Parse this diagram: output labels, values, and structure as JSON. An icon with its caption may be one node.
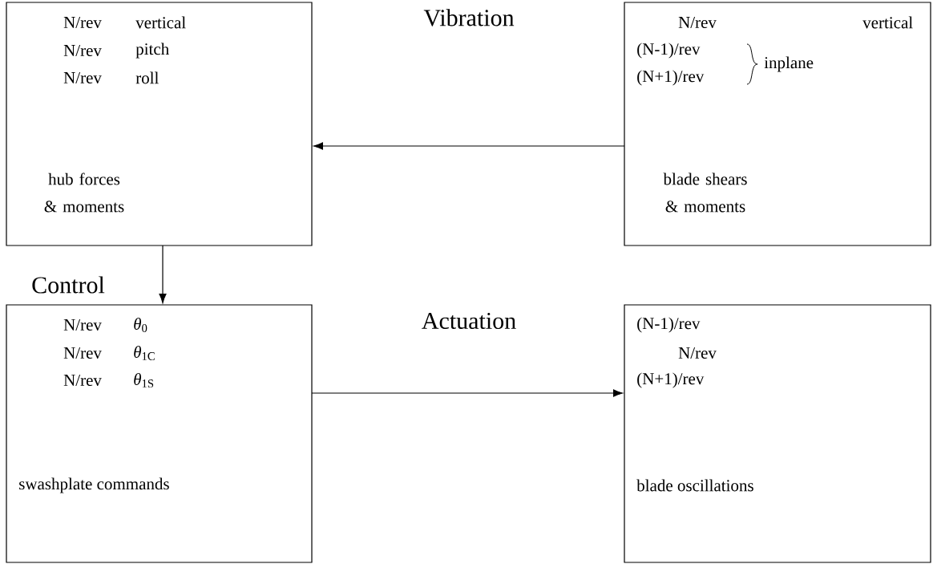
{
  "diagram": {
    "nodes": [
      {
        "text": [
          "N/rev",
          "vertical",
          "N/rev",
          "pitch",
          "N/rev",
          "roll",
          "hub forces & moments"
        ]
      },
      {
        "text": [
          "N/rev",
          "vertical",
          "(N-1)/rev",
          "(N+1)/rev",
          "inplane",
          "blade shears & moments"
        ]
      },
      {
        "text": [
          "N/rev",
          "*θ*$_{0}$",
          "N/rev",
          "*θ*$_{1C}$",
          "N/rev",
          "*θ*$_{1S}$",
          "swashplate commands"
        ]
      },
      {
        "text": [
          "(N-1)/rev",
          "N/rev",
          "(N+1)/rev",
          "blade oscillations"
        ]
      }
    ],
    "edges": [
      {
        "from": 1,
        "to": 0,
        "arrow": "to"
      },
      {
        "from": 0,
        "to": 2,
        "arrow": "to"
      },
      {
        "from": 2,
        "to": 3,
        "arrow": "to"
      }
    ],
    "labels": [
      "Vibration",
      "Control",
      "Actuation"
    ]
  }
}
